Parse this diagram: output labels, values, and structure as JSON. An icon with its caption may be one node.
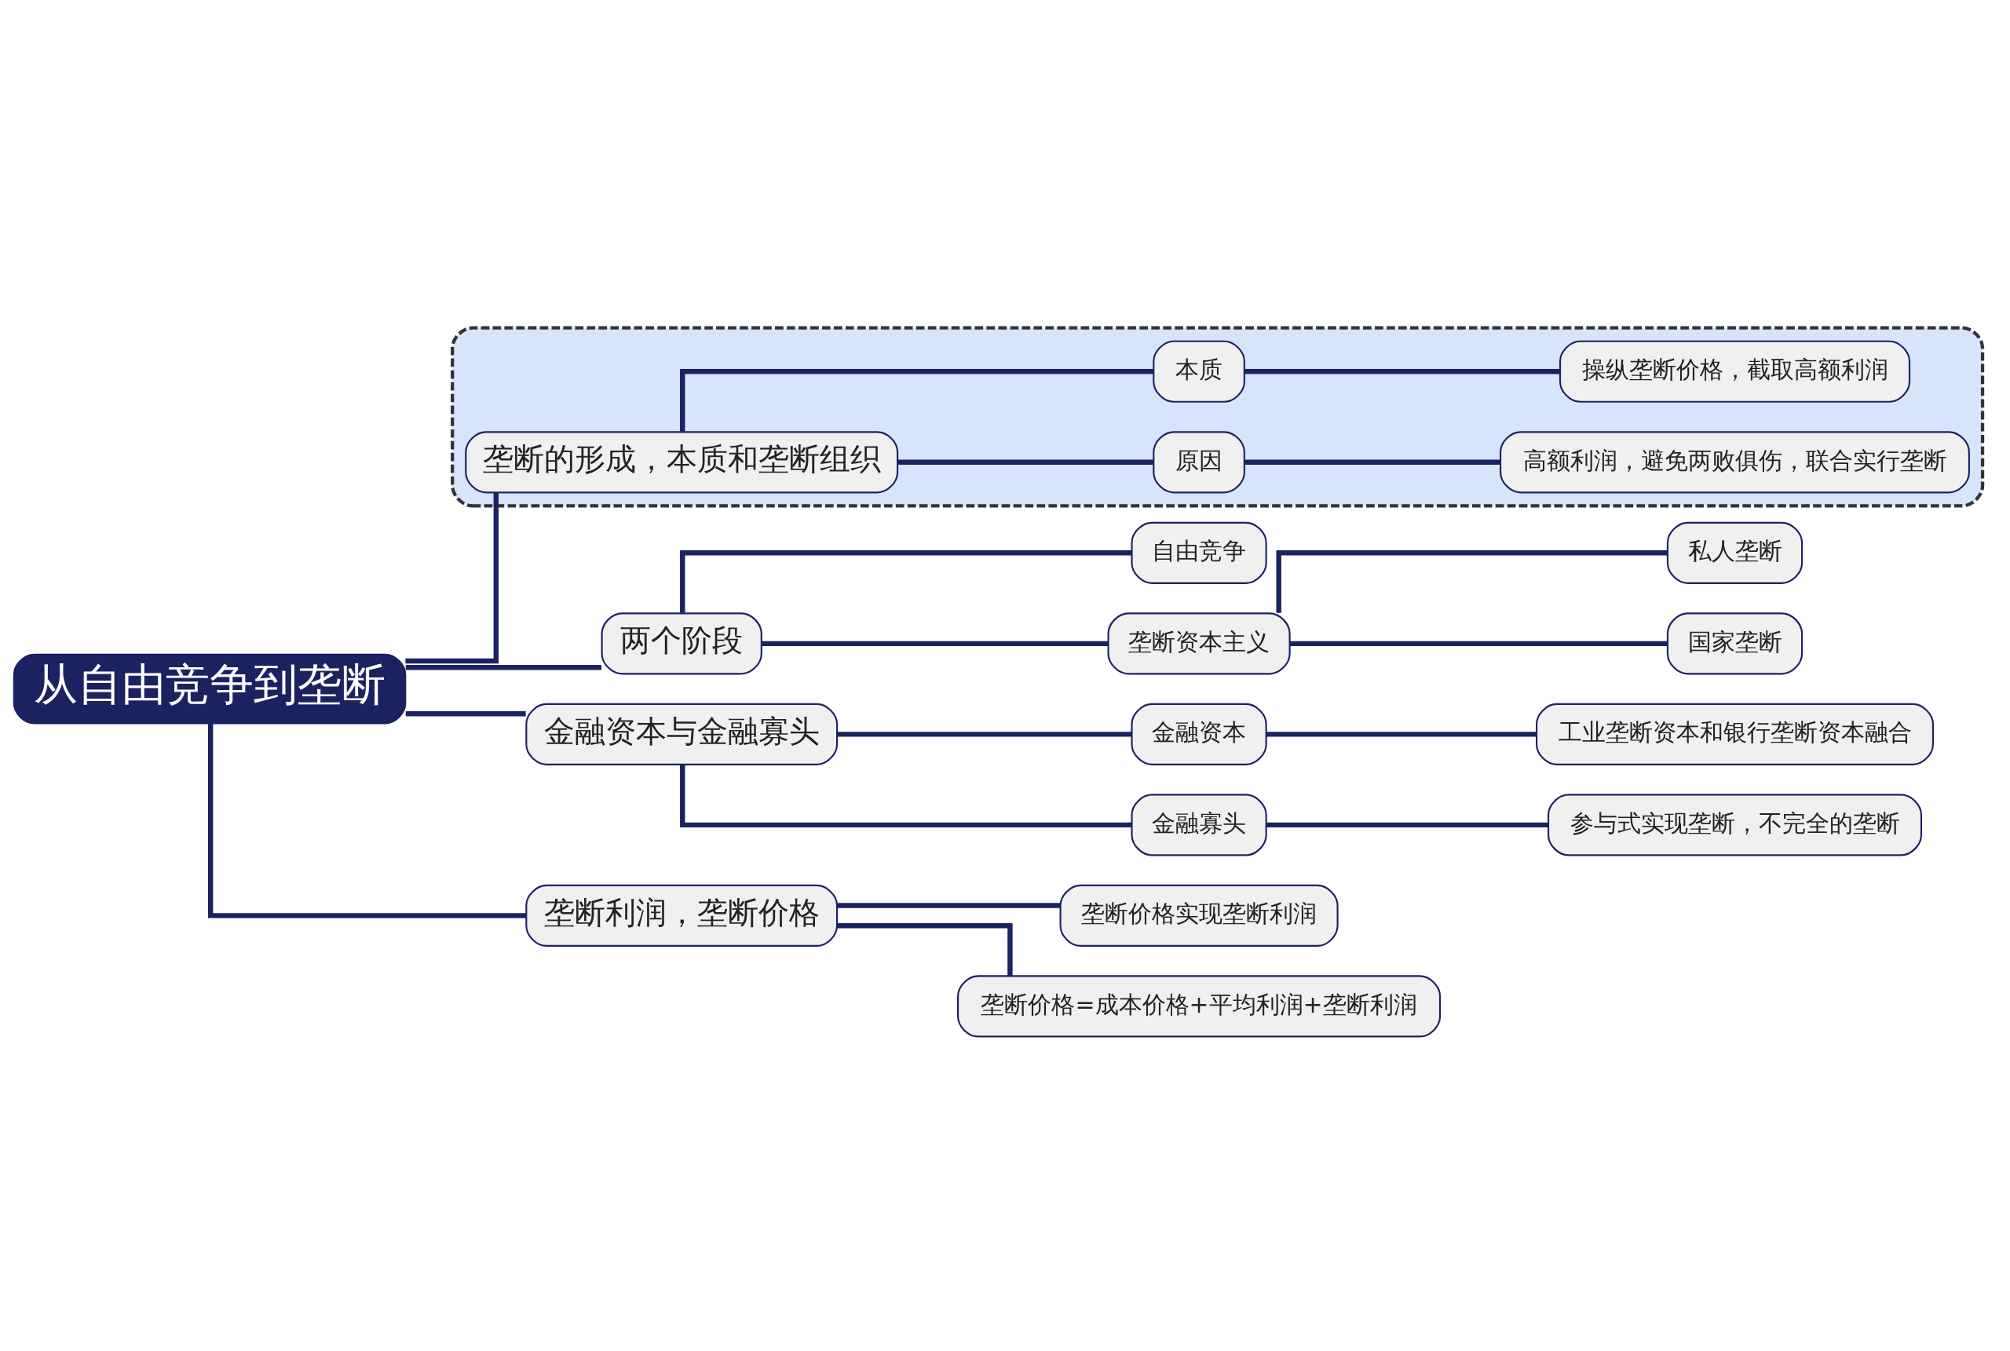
{
  "diagram": {
    "nodes": [
      {
        "text": [
          "从自由竞争到垄断"
        ]
      },
      {
        "text": [
          "两个阶段"
        ]
      },
      {
        "text": [
          "自由竞争"
        ]
      },
      {
        "text": [
          "垄断资本主义"
        ]
      },
      {
        "text": [
          "私人垄断"
        ]
      },
      {
        "text": [
          "国家垄断"
        ]
      },
      {
        "text": [],
        "shape": "box"
      },
      {
        "text": [
          "垄断的形成，本质和垄断组织"
        ],
        "in": 6
      },
      {
        "text": [
          "原因"
        ],
        "in": 6
      },
      {
        "text": [
          "高额利润，避免两败俱伤，联合实行垄断"
        ],
        "in": 6
      },
      {
        "text": [
          "本质"
        ],
        "in": 6
      },
      {
        "text": [
          "操纵垄断价格，截取高额利润"
        ],
        "in": 6
      },
      {
        "text": [
          "金融资本与金融寡头"
        ]
      },
      {
        "text": [
          "金融资本"
        ]
      },
      {
        "text": [
          "工业垄断资本和银行垄断资本融合"
        ]
      },
      {
        "text": [
          "金融寡头"
        ]
      },
      {
        "text": [
          "参与式实现垄断，不完全的垄断"
        ]
      },
      {
        "text": [
          "垄断利润，垄断价格"
        ]
      },
      {
        "text": [
          "垄断价格实现垄断利润"
        ]
      },
      {
        "text": [
          "垄断价格=成本价格+平均利润+垄断利润"
        ]
      }
    ],
    "edges": [
      {
        "from": 0,
        "to": 1,
        "arrow": "none"
      },
      {
        "from": 1,
        "to": 2,
        "arrow": "none"
      },
      {
        "from": 1,
        "to": 3,
        "arrow": "none"
      },
      {
        "from": 3,
        "to": 4,
        "arrow": "none"
      },
      {
        "from": 3,
        "to": 5,
        "arrow": "none"
      },
      {
        "from": 0,
        "to": 7,
        "arrow": "none"
      },
      {
        "from": 7,
        "to": 8,
        "arrow": "none"
      },
      {
        "from": 8,
        "to": 9,
        "arrow": "none"
      },
      {
        "from": 7,
        "to": 10,
        "arrow": "none"
      },
      {
        "from": 10,
        "to": 11,
        "arrow": "none"
      },
      {
        "from": 0,
        "to": 12,
        "arrow": "none"
      },
      {
        "from": 12,
        "to": 13,
        "arrow": "none"
      },
      {
        "from": 13,
        "to": 14,
        "arrow": "none"
      },
      {
        "from": 12,
        "to": 15,
        "arrow": "none"
      },
      {
        "from": 15,
        "to": 16,
        "arrow": "none"
      },
      {
        "from": 0,
        "to": 17,
        "arrow": "none"
      },
      {
        "from": 17,
        "to": 18,
        "arrow": "none"
      },
      {
        "from": 17,
        "to": 19,
        "arrow": "none"
      }
    ]
  }
}
